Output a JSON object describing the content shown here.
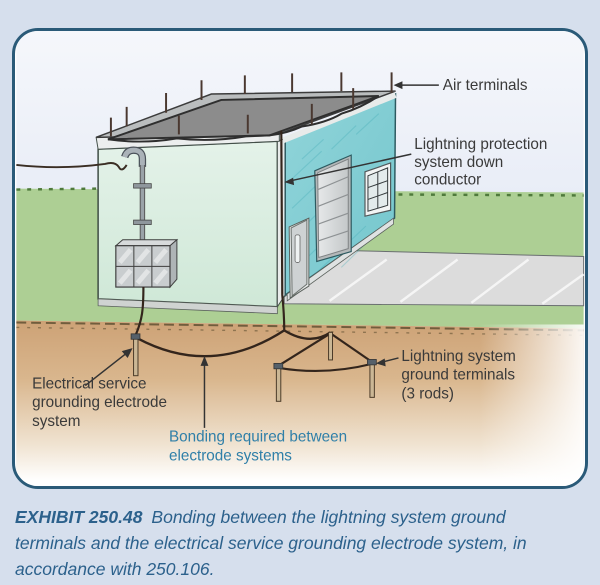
{
  "figure": {
    "labels": {
      "air_terminals": "Air terminals",
      "down_conductor": [
        "Lightning protection",
        "system down",
        "conductor"
      ],
      "electrical_service": [
        "Electrical service",
        "grounding electrode",
        "system"
      ],
      "bonding": [
        "Bonding required between",
        "electrode systems"
      ],
      "lightning_ground": [
        "Lightning system",
        "ground terminals",
        "(3 rods)"
      ]
    },
    "colors": {
      "panel_border": "#2a5a78",
      "label_text": "#3a3a3a",
      "bonding_label": "#2f7fa8",
      "sky": "#e7ecf7",
      "grass": "#adcf94",
      "soil": "#d2a87e",
      "left_wall": "#d9ecdf",
      "right_wall": "#85ced4",
      "roof": "#8c8c8c",
      "driveway": "#dcdcdc",
      "wire": "#33251c"
    }
  },
  "caption": {
    "exhibit_label": "EXHIBIT 250.48",
    "text": "Bonding between the lightning system ground terminals and the electrical service grounding electrode system, in accordance with 250.106.",
    "color": "#2c618c"
  }
}
